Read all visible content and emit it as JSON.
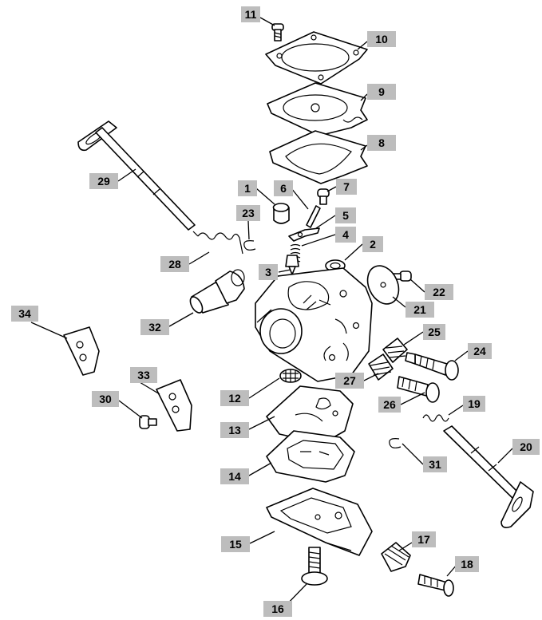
{
  "diagram": {
    "parts": [
      {
        "id": "1",
        "label": "1"
      },
      {
        "id": "2",
        "label": "2"
      },
      {
        "id": "3",
        "label": "3"
      },
      {
        "id": "4",
        "label": "4"
      },
      {
        "id": "5",
        "label": "5"
      },
      {
        "id": "6",
        "label": "6"
      },
      {
        "id": "7",
        "label": "7"
      },
      {
        "id": "8",
        "label": "8"
      },
      {
        "id": "9",
        "label": "9"
      },
      {
        "id": "10",
        "label": "10"
      },
      {
        "id": "11",
        "label": "11"
      },
      {
        "id": "12",
        "label": "12"
      },
      {
        "id": "13",
        "label": "13"
      },
      {
        "id": "14",
        "label": "14"
      },
      {
        "id": "15",
        "label": "15"
      },
      {
        "id": "16",
        "label": "16"
      },
      {
        "id": "17",
        "label": "17"
      },
      {
        "id": "18",
        "label": "18"
      },
      {
        "id": "19",
        "label": "19"
      },
      {
        "id": "20",
        "label": "20"
      },
      {
        "id": "21",
        "label": "21"
      },
      {
        "id": "22",
        "label": "22"
      },
      {
        "id": "23",
        "label": "23"
      },
      {
        "id": "24",
        "label": "24"
      },
      {
        "id": "25",
        "label": "25"
      },
      {
        "id": "26",
        "label": "26"
      },
      {
        "id": "27",
        "label": "27"
      },
      {
        "id": "28",
        "label": "28"
      },
      {
        "id": "29",
        "label": "29"
      },
      {
        "id": "30",
        "label": "30"
      },
      {
        "id": "31",
        "label": "31"
      },
      {
        "id": "32",
        "label": "32"
      },
      {
        "id": "33",
        "label": "33"
      },
      {
        "id": "34",
        "label": "34"
      }
    ]
  },
  "colors": {
    "line": "#000000",
    "tag_background": "#bdbdbd",
    "background": "#ffffff"
  }
}
